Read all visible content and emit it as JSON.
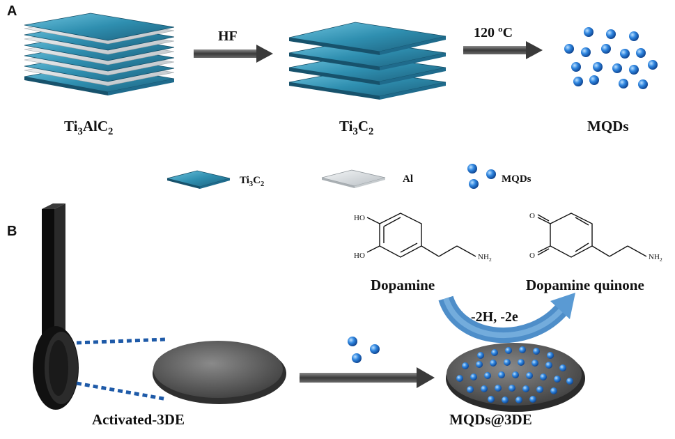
{
  "panels": {
    "a": "A",
    "b": "B"
  },
  "panel_a": {
    "label_ti3alc2": {
      "main": "Ti",
      "sub1": "3",
      "mid": "AlC",
      "sub2": "2"
    },
    "label_ti3c2": {
      "main": "Ti",
      "sub1": "3",
      "mid": "C",
      "sub2": "2"
    },
    "label_mqds": "MQDs",
    "arrow1_label": "HF",
    "arrow2_label": "120 ºC"
  },
  "legend": {
    "ti3c2": {
      "main": "Ti",
      "sub1": "3",
      "mid": "C",
      "sub2": "2"
    },
    "al": "Al",
    "mqds": "MQDs"
  },
  "panel_b": {
    "label_activated": "Activated-3DE",
    "label_mqds_3de": "MQDs@3DE",
    "dopamine": {
      "name": "Dopamine",
      "ho_top": "HO",
      "ho_bottom": "HO",
      "nh2": "NH",
      "nh2_sub": "2"
    },
    "quinone": {
      "name": "Dopamine quinone",
      "o_top": "O",
      "o_bottom": "O",
      "nh2": "NH",
      "nh2_sub": "2"
    },
    "reaction_label": "-2H, -2e"
  },
  "colors": {
    "sheet_blue": "#2f8fb0",
    "sheet_blue_dark": "#1c6a88",
    "al_layer": "#d9dde0",
    "dot_blue": "#1e6fd0",
    "electrode_gray": "#5b5b5b",
    "arrow_gray": "#444444",
    "curved_arrow": "#4a8fc9"
  }
}
